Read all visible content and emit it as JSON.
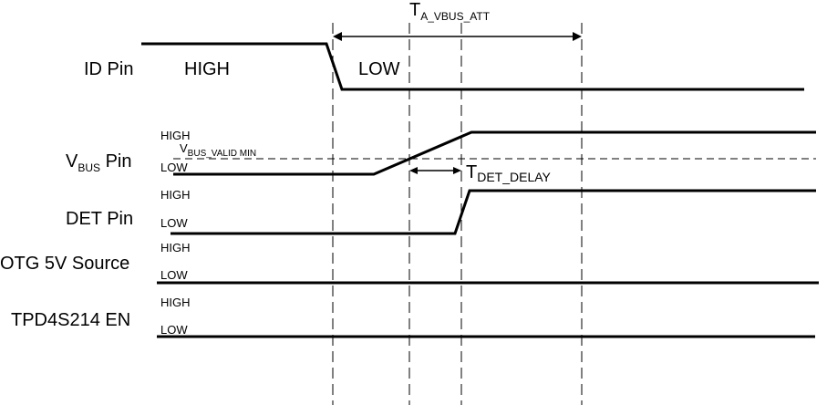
{
  "timing": {
    "t_a_vbus_att": {
      "main": "T",
      "sub": "A_VBUS_ATT"
    },
    "t_det_delay": {
      "main": "T",
      "sub": "DET_DELAY"
    }
  },
  "signals": {
    "id_pin": {
      "label": "ID Pin",
      "high": "HIGH",
      "low": "LOW"
    },
    "vbus_pin": {
      "label_main": "V",
      "label_sub": "BUS",
      "label_tail": " Pin",
      "high": "HIGH",
      "low": "LOW",
      "threshold_main": "V",
      "threshold_sub": "BUS_VALID MIN"
    },
    "det_pin": {
      "label": "DET Pin",
      "high": "HIGH",
      "low": "LOW"
    },
    "otg_source": {
      "label": "OTG 5V Source",
      "high": "HIGH",
      "low": "LOW"
    },
    "tpd_en": {
      "label": "TPD4S214 EN",
      "high": "HIGH",
      "low": "LOW"
    }
  }
}
